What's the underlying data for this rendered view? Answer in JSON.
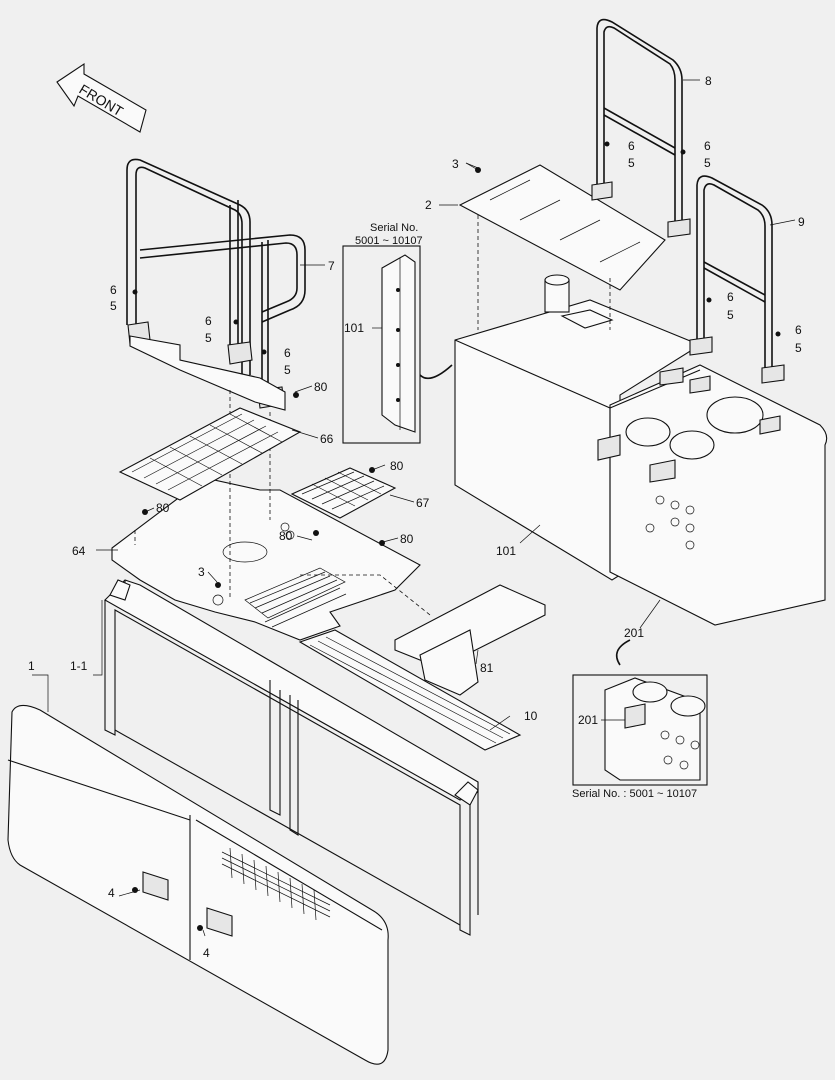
{
  "front_label": "FRONT",
  "serial_box_top": {
    "line1": "Serial No.",
    "line2": "5001 ~ 10107"
  },
  "serial_box_bottom": "Serial No. : 5001 ~ 10107",
  "parts": {
    "p1": "1",
    "p1_1": "1-1",
    "p2": "2",
    "p3a": "3",
    "p3b": "3",
    "p4a": "4",
    "p4b": "4",
    "p5a": "5",
    "p5b": "5",
    "p5c": "5",
    "p5d": "5",
    "p5e": "5",
    "p5f": "5",
    "p5g": "5",
    "p6a": "6",
    "p6b": "6",
    "p6c": "6",
    "p6d": "6",
    "p6e": "6",
    "p6f": "6",
    "p6g": "6",
    "p7": "7",
    "p8": "8",
    "p9": "9",
    "p10": "10",
    "p64": "64",
    "p66": "66",
    "p67": "67",
    "p80a": "80",
    "p80b": "80",
    "p80c": "80",
    "p80d": "80",
    "p80e": "80",
    "p81": "81",
    "p101a": "101",
    "p101b": "101",
    "p201a": "201",
    "p201b": "201"
  }
}
